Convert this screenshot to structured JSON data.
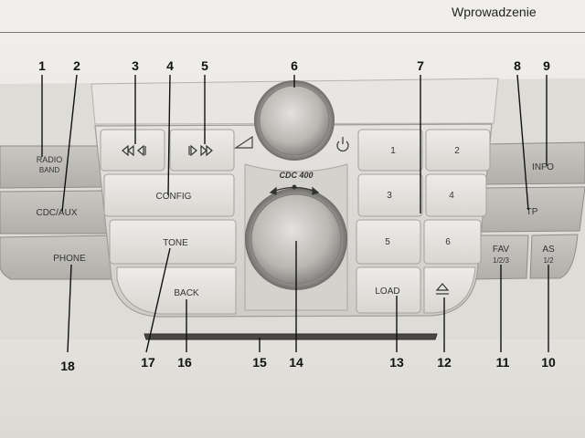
{
  "header": {
    "title": "Wprowadzenie"
  },
  "panel": {
    "model": "CDC 400",
    "buttons": {
      "radio": "RADIO",
      "band": "BAND",
      "cdc_aux": "CDC/AUX",
      "phone": "PHONE",
      "config": "CONFIG",
      "tone": "TONE",
      "back": "BACK",
      "load": "LOAD",
      "info": "INFO",
      "tp": "TP",
      "fav": "FAV",
      "fav_sub": "1/2/3",
      "as": "AS",
      "as_sub": "1/2",
      "preset_1": "1",
      "preset_2": "2",
      "preset_3": "3",
      "preset_4": "4",
      "preset_5": "5",
      "preset_6": "6"
    }
  },
  "callouts": {
    "c1": "1",
    "c2": "2",
    "c3": "3",
    "c4": "4",
    "c5": "5",
    "c6": "6",
    "c7": "7",
    "c8": "8",
    "c9": "9",
    "c10": "10",
    "c11": "11",
    "c12": "12",
    "c13": "13",
    "c14": "14",
    "c15": "15",
    "c16": "16",
    "c17": "17",
    "c18": "18"
  },
  "icons": {
    "seek_back": "seek-back-icon",
    "seek_forward": "seek-forward-icon",
    "volume": "volume-ramp-icon",
    "power": "power-icon",
    "eject": "eject-icon",
    "rotate": "rotate-arrows-icon"
  }
}
